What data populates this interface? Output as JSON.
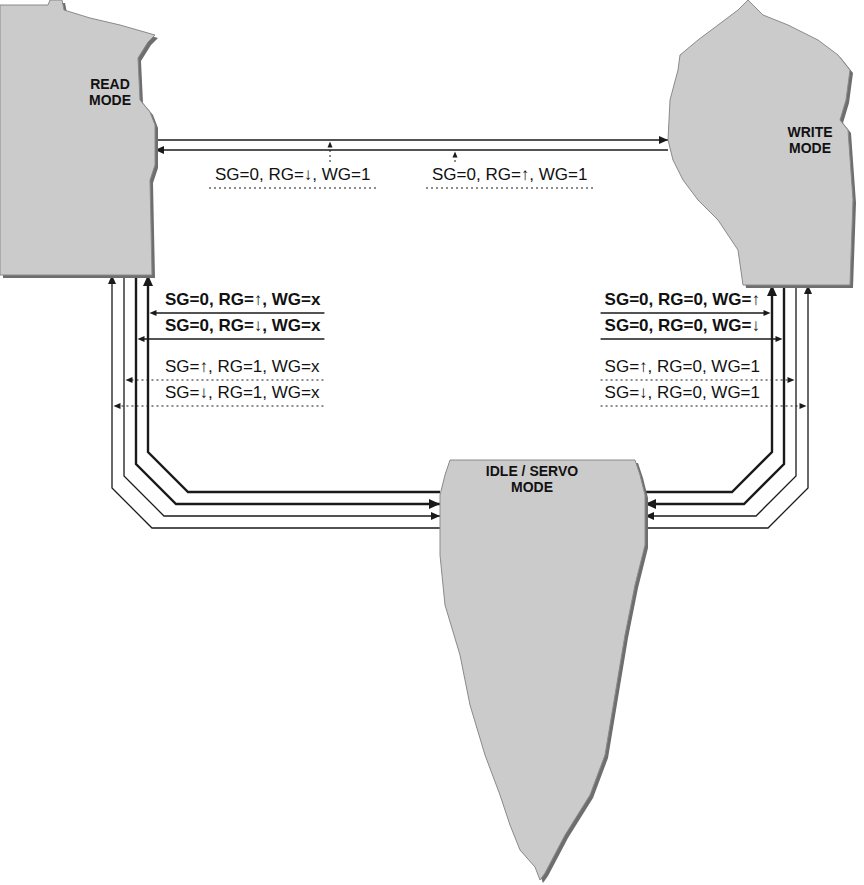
{
  "diagram": {
    "nodes": [
      {
        "text": [
          "READ MODE"
        ]
      },
      {
        "text": [
          "WRITE MODE"
        ]
      },
      {
        "text": [
          "IDLE / SERVO MODE"
        ]
      }
    ],
    "edges": [
      {
        "from": 0,
        "to": 1,
        "arrow": "to",
        "label": "SG=0, RG=↓, WG=1"
      },
      {
        "from": 1,
        "to": 0,
        "arrow": "to",
        "label": "SG=0, RG=↑, WG=1"
      },
      {
        "from": 2,
        "to": 0,
        "arrow": "to",
        "label": "SG=0, RG=↑, WG=x"
      },
      {
        "from": 0,
        "to": 2,
        "arrow": "to",
        "label": "SG=0, RG=↓, WG=x"
      },
      {
        "from": 0,
        "to": 2,
        "arrow": "to",
        "label": "SG=↑, RG=1, WG=x"
      },
      {
        "from": 2,
        "to": 0,
        "arrow": "to",
        "label": "SG=↓, RG=1, WG=x"
      },
      {
        "from": 2,
        "to": 1,
        "arrow": "to",
        "label": "SG=0, RG=0, WG=↑"
      },
      {
        "from": 1,
        "to": 2,
        "arrow": "to",
        "label": "SG=0, RG=0, WG=↓"
      },
      {
        "from": 1,
        "to": 2,
        "arrow": "to",
        "label": "SG=↑, RG=0, WG=1"
      },
      {
        "from": 2,
        "to": 1,
        "arrow": "to",
        "label": "SG=↓, RG=0, WG=1"
      }
    ]
  }
}
